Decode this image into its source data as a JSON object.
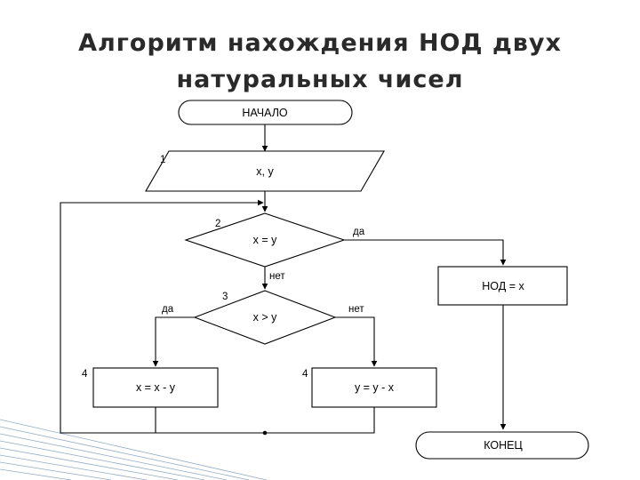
{
  "title": {
    "line1": "Алгоритм нахождения НОД двух",
    "line2": "натуральных чисел"
  },
  "flowchart": {
    "start": "НАЧАЛО",
    "input": {
      "number": "1",
      "text": "x,  y"
    },
    "decision_equal": {
      "number": "2",
      "text": "x = y",
      "yes": "да",
      "no": "нет"
    },
    "decision_greater": {
      "number": "3",
      "text": "x > y",
      "yes": "да",
      "no": "нет"
    },
    "process_x": {
      "number": "4",
      "text": "x = x - y"
    },
    "process_y": {
      "number": "4",
      "text": "y = y - x"
    },
    "result": {
      "text": "НОД = x"
    },
    "end": "КОНЕЦ"
  }
}
